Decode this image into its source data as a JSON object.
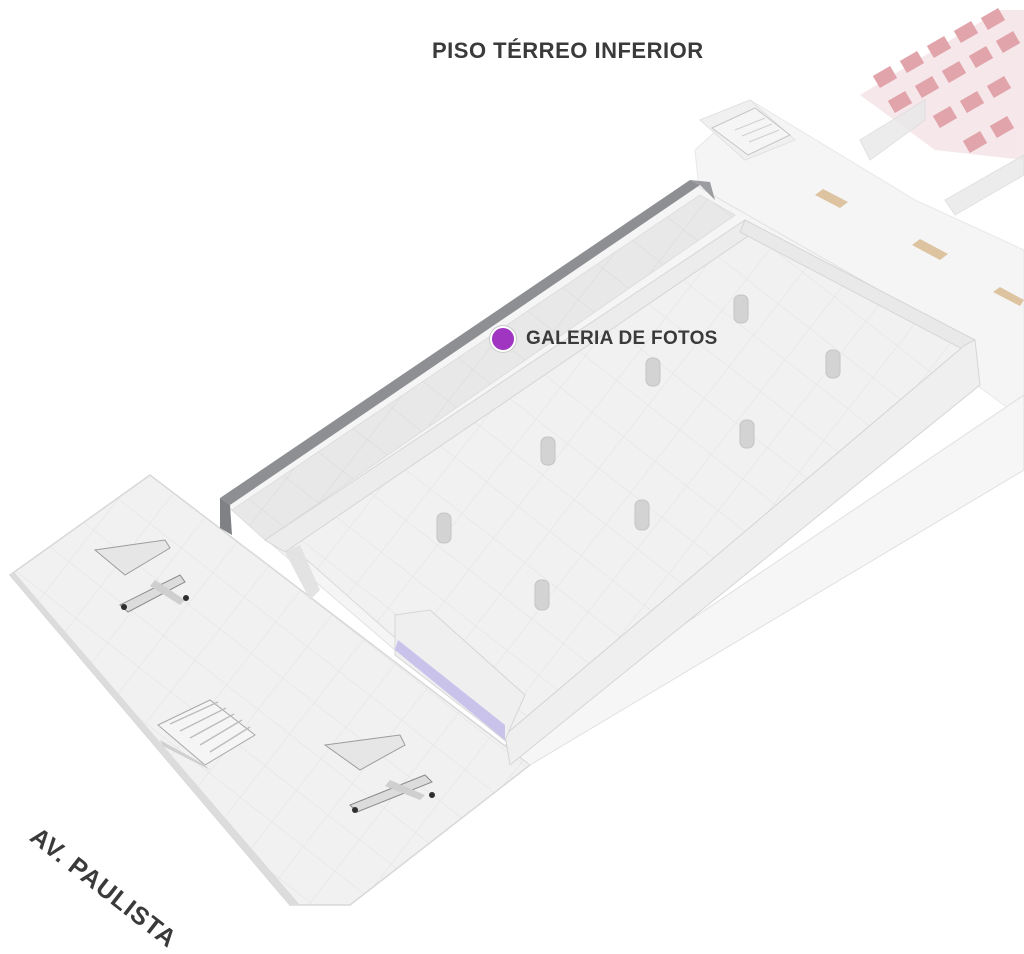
{
  "map": {
    "floor_title": "PISO TÉRREO INFERIOR",
    "street_label": "AV. PAULISTA",
    "point_of_interest": {
      "label": "GALERIA DE FOTOS",
      "marker_color": "#a035c2"
    },
    "colors": {
      "floor": "#f3f3f3",
      "walls": "#e6e6e6",
      "dark_wall": "#8d8f92",
      "accent_purple": "#c9c3ec",
      "seats": "#c24a5a",
      "benches": "#d8b98f",
      "text": "#3a3a3a"
    }
  }
}
